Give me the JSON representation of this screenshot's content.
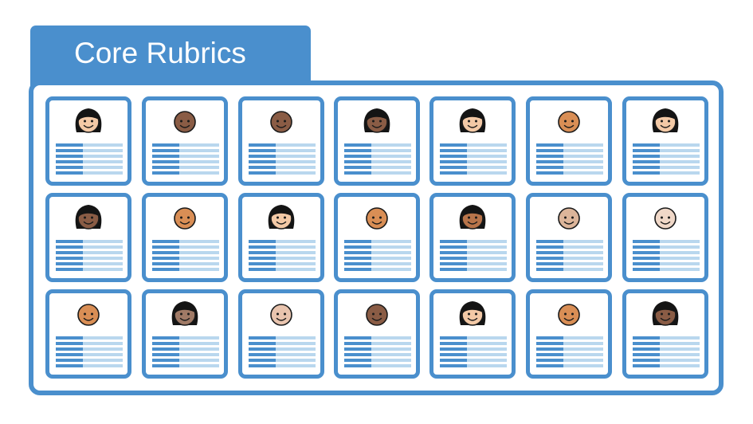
{
  "folder": {
    "title": "Core Rubrics"
  },
  "colors": {
    "folder_blue": "#4a8fcd",
    "line_light": "#b9d7ee",
    "hair": "#141414",
    "outline": "#1a1a1a"
  },
  "grid": {
    "columns": 7,
    "rows": 3,
    "lines_per_card": 6,
    "cards": [
      {
        "skin": "#f3c9a6",
        "hair": "long"
      },
      {
        "skin": "#8a5c45",
        "hair": "none"
      },
      {
        "skin": "#8a5c45",
        "hair": "none"
      },
      {
        "skin": "#8a5c45",
        "hair": "long"
      },
      {
        "skin": "#f3c9a6",
        "hair": "long"
      },
      {
        "skin": "#d98e55",
        "hair": "none"
      },
      {
        "skin": "#f3c9a6",
        "hair": "long"
      },
      {
        "skin": "#8a5c45",
        "hair": "long"
      },
      {
        "skin": "#d98e55",
        "hair": "none"
      },
      {
        "skin": "#f3c9a6",
        "hair": "long"
      },
      {
        "skin": "#d98e55",
        "hair": "none"
      },
      {
        "skin": "#b8744a",
        "hair": "long"
      },
      {
        "skin": "#dcb59a",
        "hair": "none"
      },
      {
        "skin": "#f0d8c8",
        "hair": "none"
      },
      {
        "skin": "#d98e55",
        "hair": "none"
      },
      {
        "skin": "#a07a66",
        "hair": "long"
      },
      {
        "skin": "#e9c4ae",
        "hair": "none"
      },
      {
        "skin": "#8a5c45",
        "hair": "none"
      },
      {
        "skin": "#f3c9a6",
        "hair": "long"
      },
      {
        "skin": "#d98e55",
        "hair": "none"
      },
      {
        "skin": "#8a5c45",
        "hair": "long"
      }
    ]
  }
}
